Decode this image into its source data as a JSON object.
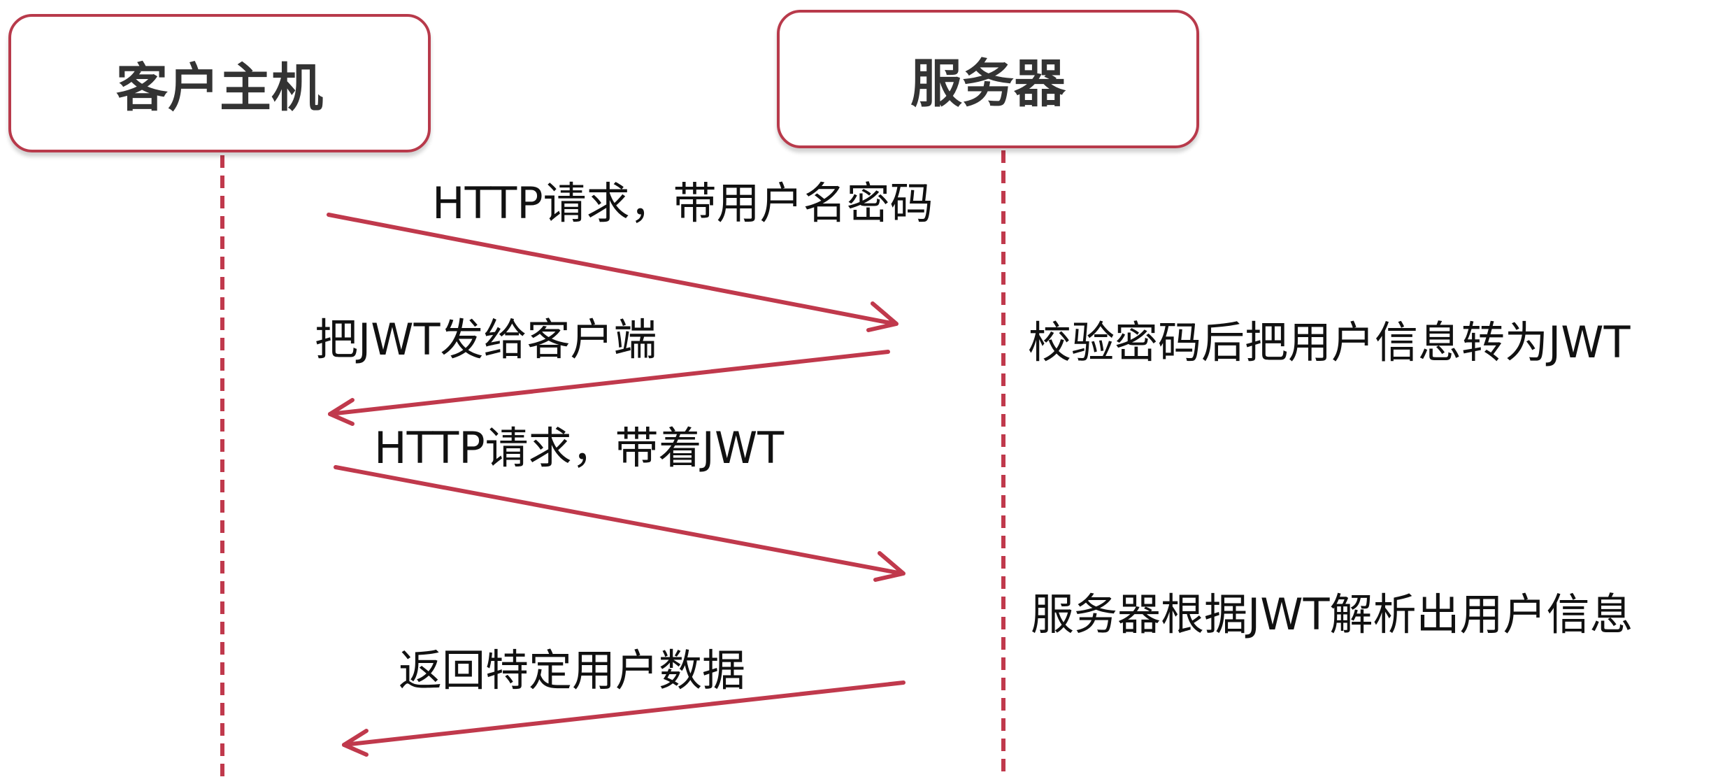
{
  "actors": {
    "client": "客户主机",
    "server": "服务器"
  },
  "messages": [
    {
      "label": "HTTP请求，带用户名密码",
      "from": "client",
      "to": "server"
    },
    {
      "label": "把JWT发给客户端",
      "from": "server",
      "to": "client"
    },
    {
      "label": "HTTP请求，带着JWT",
      "from": "client",
      "to": "server"
    },
    {
      "label": "返回特定用户数据",
      "from": "server",
      "to": "client"
    }
  ],
  "notes": [
    "校验密码后把用户信息转为JWT",
    "服务器根据JWT解析出用户信息"
  ],
  "colors": {
    "accent": "#c0394c",
    "box_border": "#b83a4b",
    "actor_text": "#333333",
    "label_text": "#111111"
  }
}
